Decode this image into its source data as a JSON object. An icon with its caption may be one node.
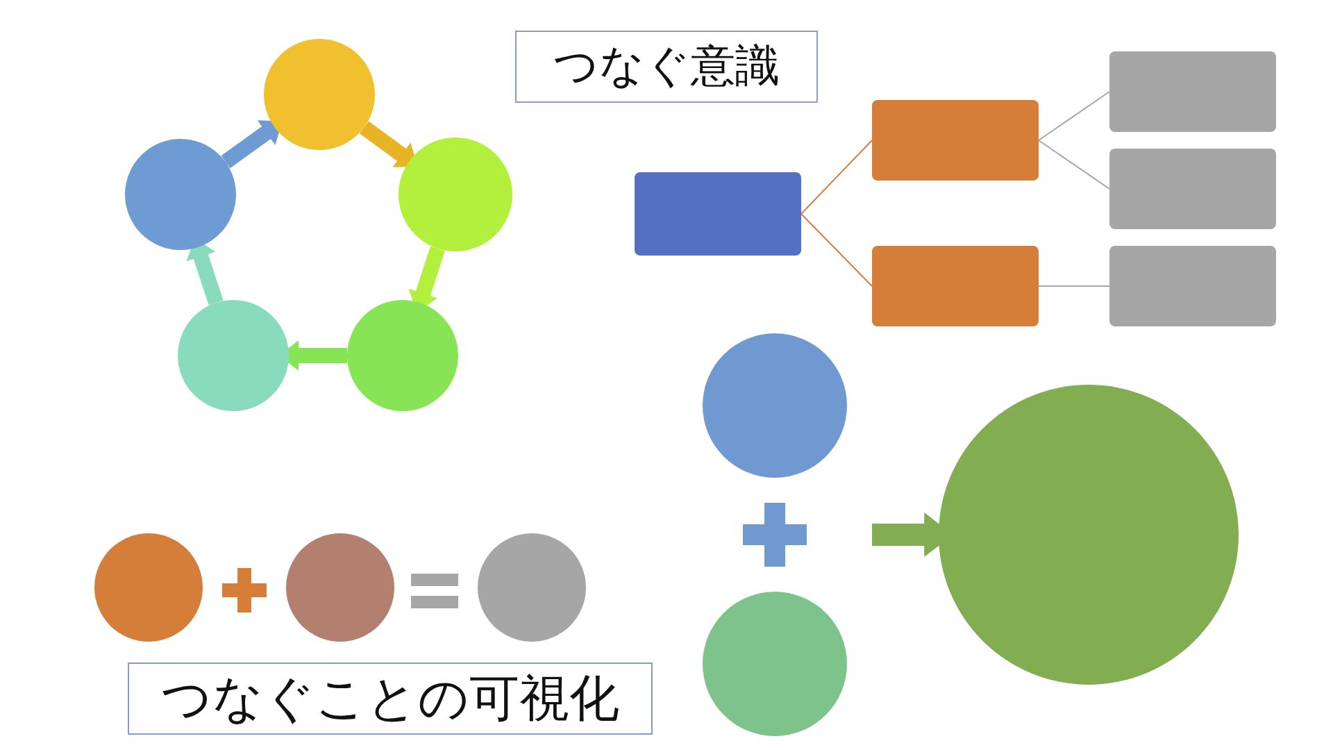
{
  "diagram": {
    "nodes": [
      {
        "text": [
          "つなぐ意識"
        ]
      },
      {
        "text": [],
        "shape": "circle"
      },
      {
        "text": [],
        "shape": "circle"
      },
      {
        "text": [],
        "shape": "circle"
      },
      {
        "text": [],
        "shape": "circle"
      },
      {
        "text": [],
        "shape": "circle"
      },
      {
        "text": [],
        "shape": "box"
      },
      {
        "text": [],
        "shape": "box"
      },
      {
        "text": [],
        "shape": "box"
      },
      {
        "text": [],
        "shape": "box"
      },
      {
        "text": [],
        "shape": "box"
      },
      {
        "text": [],
        "shape": "box"
      },
      {
        "text": [],
        "shape": "circle"
      },
      {
        "text": [],
        "shape": "circle"
      },
      {
        "text": [],
        "shape": "circle"
      },
      {
        "text": [],
        "shape": "circle"
      },
      {
        "text": [],
        "shape": "circle"
      },
      {
        "text": [],
        "shape": "circle"
      },
      {
        "text": [
          "つなぐことの可視化"
        ]
      }
    ],
    "edges": [
      {
        "from": 1,
        "to": 2,
        "arrow": "to",
        "color": "#e8b324"
      },
      {
        "from": 2,
        "to": 3,
        "arrow": "to",
        "color": "#b3ef3d"
      },
      {
        "from": 3,
        "to": 4,
        "arrow": "to",
        "color": "#86e455"
      },
      {
        "from": 4,
        "to": 5,
        "arrow": "to",
        "color": "#88dcbd"
      },
      {
        "from": 5,
        "to": 1,
        "arrow": "to",
        "color": "#6f9bd4"
      },
      {
        "from": 6,
        "to": 7,
        "arrow": "none",
        "color": "#d57e3a"
      },
      {
        "from": 6,
        "to": 8,
        "arrow": "none",
        "color": "#d57e3a"
      },
      {
        "from": 7,
        "to": 9,
        "arrow": "none",
        "color": "#a6a6a6"
      },
      {
        "from": 7,
        "to": 10,
        "arrow": "none",
        "color": "#a6a6a6"
      },
      {
        "from": 8,
        "to": 11,
        "arrow": "none",
        "color": "#a6a6a6"
      },
      {
        "from": null,
        "to": 16,
        "arrow": "to",
        "color": "#82ad50"
      }
    ]
  }
}
